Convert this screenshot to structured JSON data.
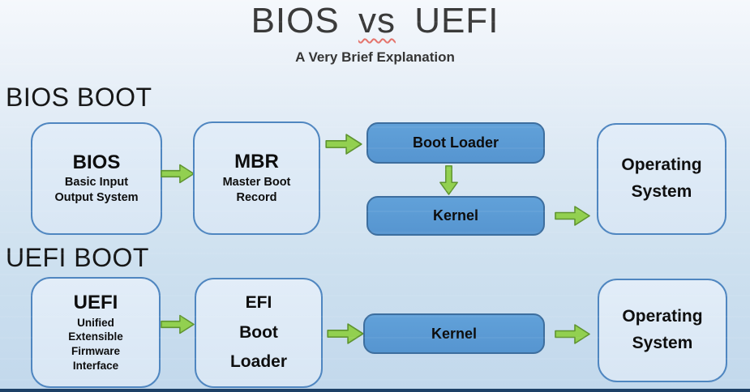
{
  "header": {
    "title_word1": "BIOS",
    "title_word2": "vs",
    "title_word3": "UEFI",
    "subtitle": "A Very Brief Explanation"
  },
  "bios_flow": {
    "heading": "BIOS BOOT",
    "bios_box": {
      "title": "BIOS",
      "subtitle_line1": "Basic Input",
      "subtitle_line2": "Output System"
    },
    "mbr_box": {
      "title": "MBR",
      "subtitle_line1": "Master Boot",
      "subtitle_line2": "Record"
    },
    "boot_loader_label": "Boot Loader",
    "kernel_label": "Kernel",
    "os_line1": "Operating",
    "os_line2": "System"
  },
  "uefi_flow": {
    "heading": "UEFI BOOT",
    "uefi_box": {
      "title": "UEFI",
      "subtitle_line1": "Unified",
      "subtitle_line2": "Extensible",
      "subtitle_line3": "Firmware",
      "subtitle_line4": "Interface"
    },
    "efi_box": {
      "line1": "EFI",
      "line2": "Boot",
      "line3": "Loader"
    },
    "kernel_label": "Kernel",
    "os_line1": "Operating",
    "os_line2": "System"
  },
  "colors": {
    "light_box_fill": "#dce8f5",
    "light_box_border": "#4f86c0",
    "blue_box_fill": "#5b9bd5",
    "blue_box_border": "#3d6e9e",
    "arrow_fill": "#92d050",
    "arrow_stroke": "#5f9431",
    "misspell_squiggle": "#e4736b",
    "bottom_bar": "#1d4066",
    "title_text": "#3a3a3a"
  },
  "icons": {
    "right_arrow": "right-arrow-icon",
    "down_arrow": "down-arrow-icon"
  }
}
